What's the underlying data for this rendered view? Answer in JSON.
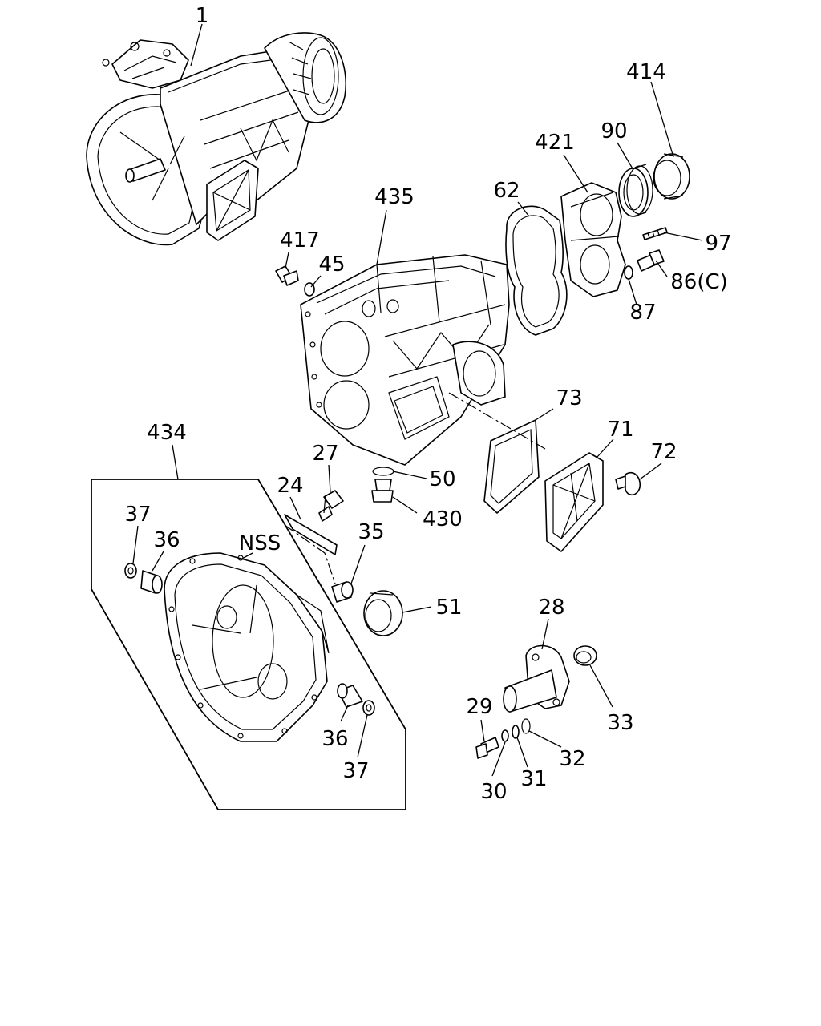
{
  "callouts": [
    {
      "id": "c1",
      "text": "1"
    },
    {
      "id": "c414",
      "text": "414"
    },
    {
      "id": "c90",
      "text": "90"
    },
    {
      "id": "c421",
      "text": "421"
    },
    {
      "id": "c62",
      "text": "62"
    },
    {
      "id": "c435",
      "text": "435"
    },
    {
      "id": "c97",
      "text": "97"
    },
    {
      "id": "c417",
      "text": "417"
    },
    {
      "id": "c45",
      "text": "45"
    },
    {
      "id": "c86c",
      "text": "86(C)"
    },
    {
      "id": "c87",
      "text": "87"
    },
    {
      "id": "c73",
      "text": "73"
    },
    {
      "id": "c434",
      "text": "434"
    },
    {
      "id": "c71",
      "text": "71"
    },
    {
      "id": "c72",
      "text": "72"
    },
    {
      "id": "c27",
      "text": "27"
    },
    {
      "id": "c50",
      "text": "50"
    },
    {
      "id": "c24",
      "text": "24"
    },
    {
      "id": "c430",
      "text": "430"
    },
    {
      "id": "c37a",
      "text": "37"
    },
    {
      "id": "c36a",
      "text": "36"
    },
    {
      "id": "cnss",
      "text": "NSS"
    },
    {
      "id": "c35",
      "text": "35"
    },
    {
      "id": "c51",
      "text": "51"
    },
    {
      "id": "c28",
      "text": "28"
    },
    {
      "id": "c29",
      "text": "29"
    },
    {
      "id": "c33",
      "text": "33"
    },
    {
      "id": "c36b",
      "text": "36"
    },
    {
      "id": "c32",
      "text": "32"
    },
    {
      "id": "c37b",
      "text": "37"
    },
    {
      "id": "c31",
      "text": "31"
    },
    {
      "id": "c30",
      "text": "30"
    }
  ]
}
